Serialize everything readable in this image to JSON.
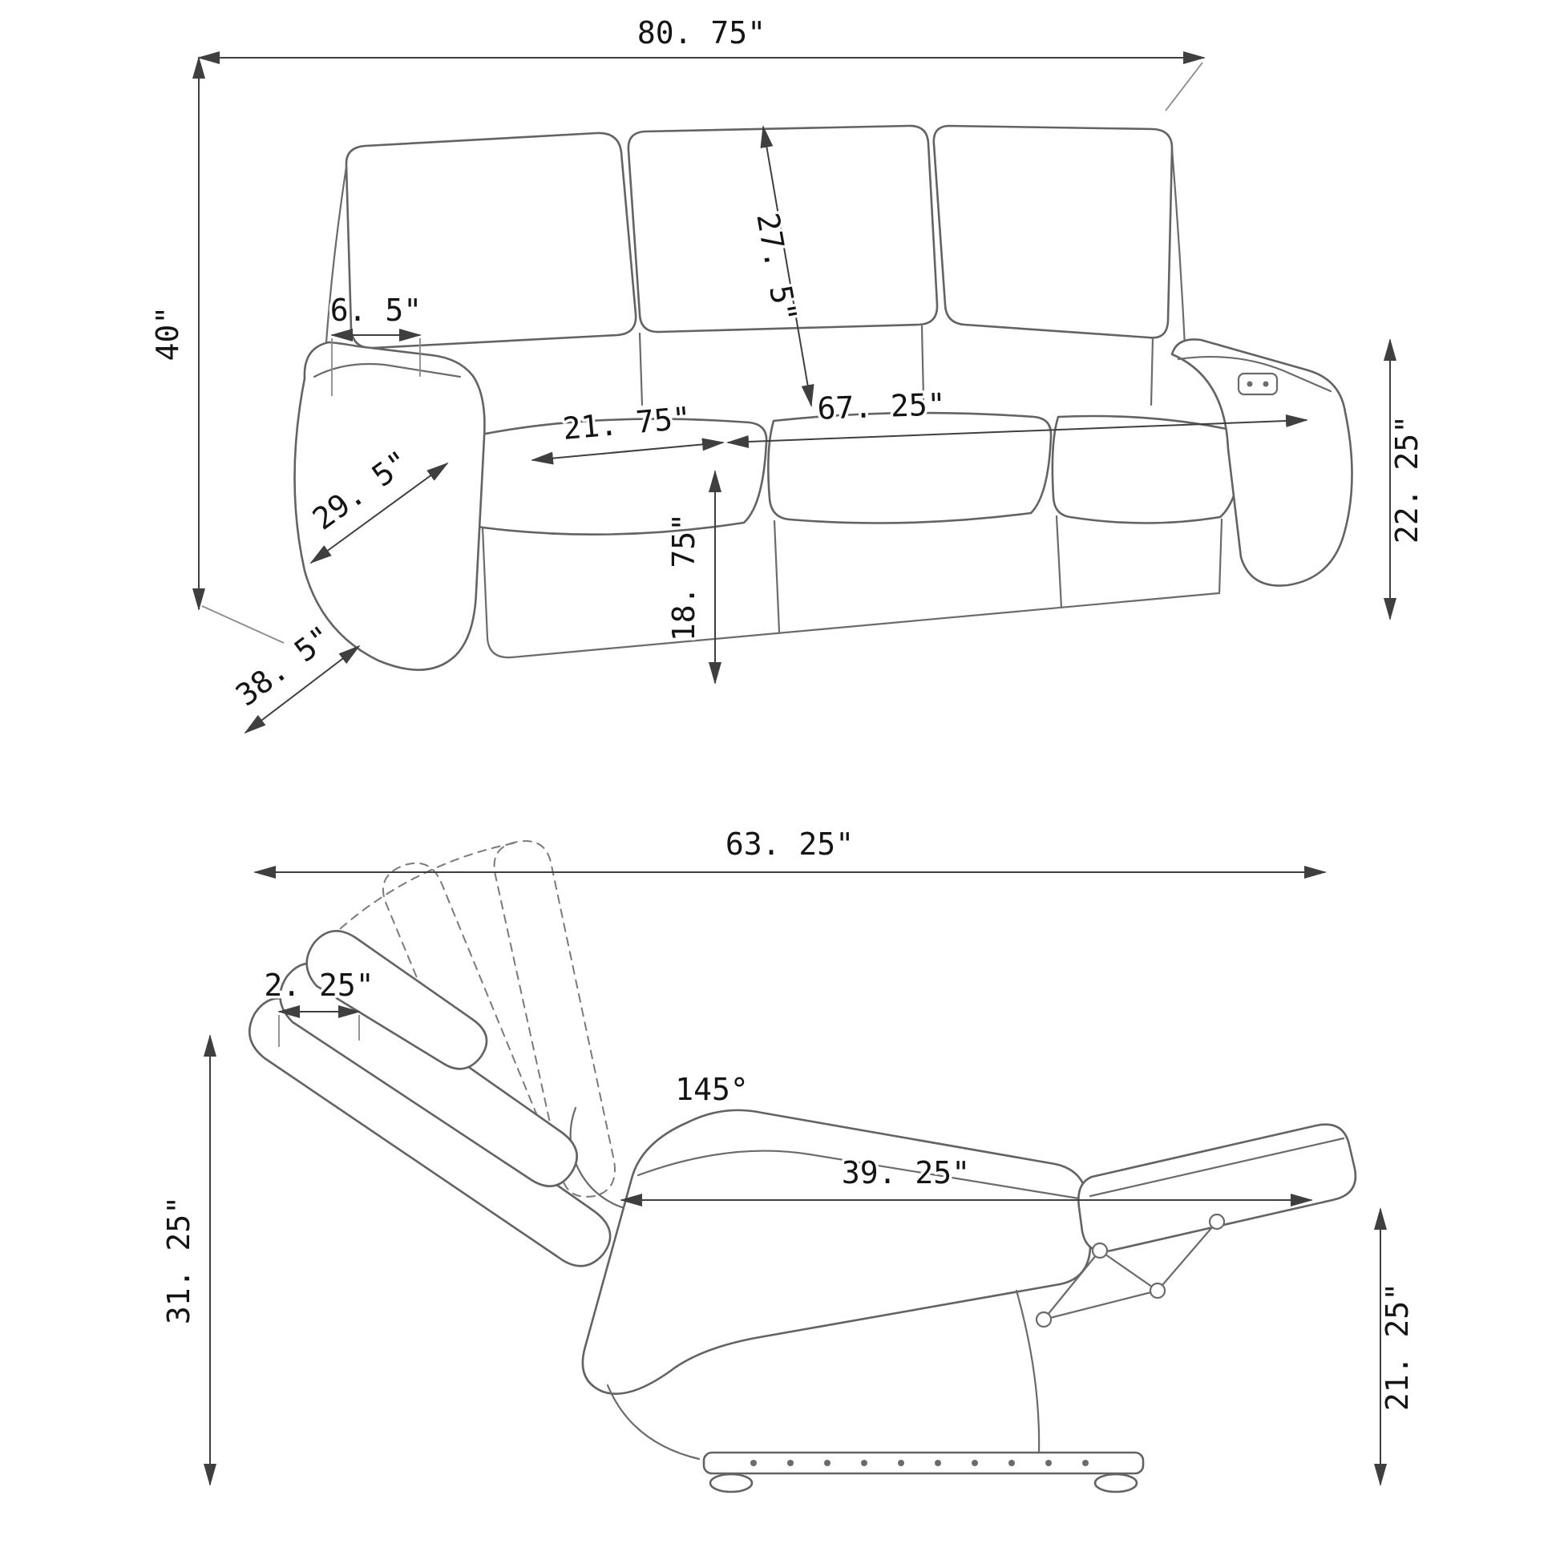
{
  "diagram": {
    "subject": "power-reclining-sofa-dimension-drawing",
    "background_color": "#ffffff",
    "line_color": "#636363",
    "dimension_color": "#3f3f3f",
    "text_color": "#141414"
  },
  "sofa_view": {
    "overall_width": "80. 75\"",
    "overall_height": "40\"",
    "arm_thickness": "6. 5\"",
    "back_cushion_height": "27. 5\"",
    "seat_depth": "21. 75\"",
    "interior_seat_width": "67. 25\"",
    "arm_front_depth": "29. 5\"",
    "arm_height": "22. 25\"",
    "seat_height": "18. 75\"",
    "overall_depth": "38. 5\""
  },
  "recliner_view": {
    "reclined_length": "63. 25\"",
    "wall_clearance": "2. 25\"",
    "recline_angle": "145°",
    "footrest_reach": "39. 25\"",
    "back_height": "31. 25\"",
    "reclined_seat_height": "21. 25\""
  }
}
